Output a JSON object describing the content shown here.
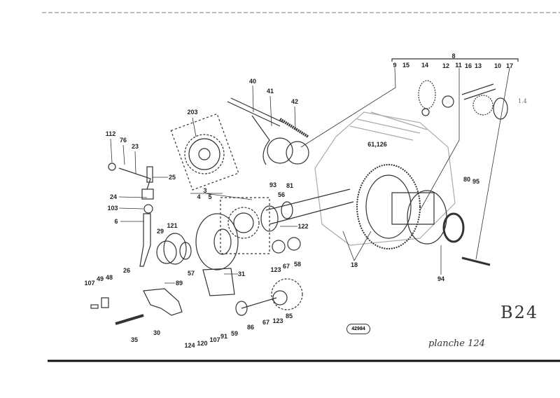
{
  "diagram": {
    "part_labels": [
      "203",
      "112",
      "76",
      "23",
      "25",
      "24",
      "103",
      "6",
      "3",
      "4",
      "5",
      "121",
      "29",
      "57",
      "40",
      "41",
      "42",
      "93",
      "81",
      "56",
      "122",
      "123",
      "67",
      "58",
      "31",
      "89",
      "26",
      "107",
      "49",
      "48",
      "35",
      "30",
      "124",
      "120",
      "107",
      "91",
      "59",
      "86",
      "67",
      "123",
      "85",
      "8",
      "9",
      "15",
      "14",
      "12",
      "11",
      "16",
      "13",
      "10",
      "17",
      "61,126",
      "80",
      "95",
      "18",
      "94"
    ],
    "figure_number": "42984",
    "sheet_ref": "B24",
    "handwritten_note": "planche 124",
    "margin_note": "1.4"
  }
}
